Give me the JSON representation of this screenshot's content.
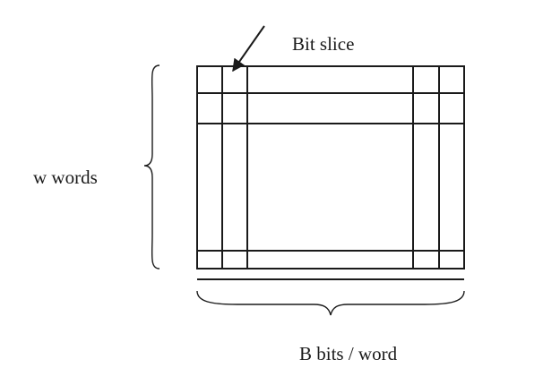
{
  "labels": {
    "bit_slice": "Bit slice",
    "word_count": "w words",
    "bits_per_word": "B bits / word"
  }
}
